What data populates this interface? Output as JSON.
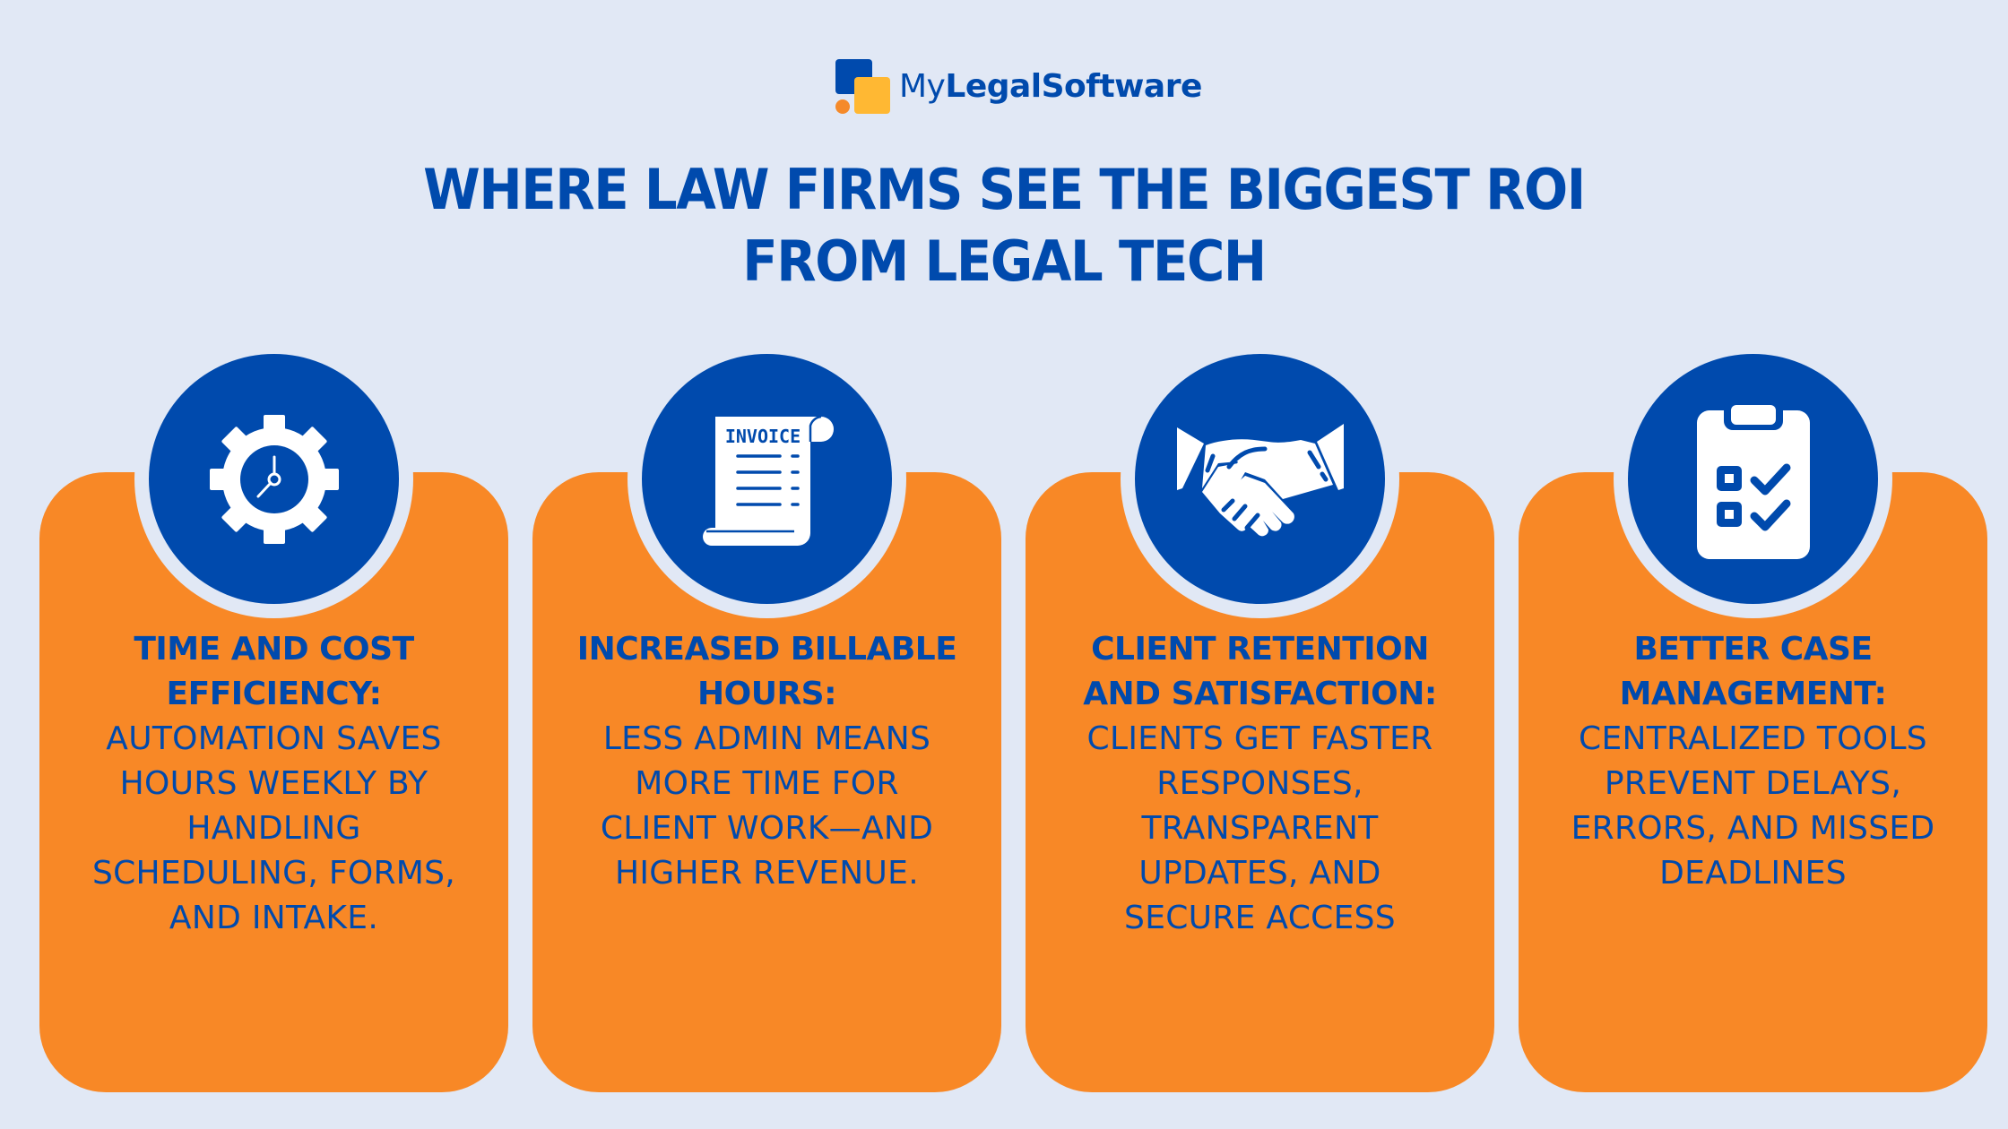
{
  "brand": {
    "name_prefix": "My",
    "name_suffix": "LegalSoftware",
    "colors": {
      "primary_blue": "#004AAD",
      "accent_orange": "#F88826",
      "logo_yellow": "#FFB833",
      "logo_dot_orange": "#F58A2A",
      "background": "#E1E8F5",
      "icon_white": "#FFFFFF"
    }
  },
  "title": {
    "line1": "WHERE LAW FIRMS SEE THE BIGGEST ROI",
    "line2": "FROM LEGAL TECH"
  },
  "cards": [
    {
      "icon": "gear-clock-icon",
      "heading_lines": [
        "TIME AND COST",
        "EFFICIENCY:"
      ],
      "body_lines": [
        "AUTOMATION SAVES",
        "HOURS WEEKLY BY",
        "HANDLING",
        "SCHEDULING, FORMS,",
        "AND INTAKE."
      ]
    },
    {
      "icon": "invoice-icon",
      "icon_label": "INVOICE",
      "heading_lines": [
        "INCREASED BILLABLE",
        "HOURS:"
      ],
      "body_lines": [
        "LESS ADMIN MEANS",
        "MORE TIME FOR",
        "CLIENT WORK—AND",
        "HIGHER REVENUE."
      ]
    },
    {
      "icon": "handshake-icon",
      "heading_lines": [
        "CLIENT RETENTION",
        "AND SATISFACTION:"
      ],
      "body_lines": [
        "CLIENTS GET FASTER",
        "RESPONSES,",
        "TRANSPARENT",
        "UPDATES, AND",
        "SECURE ACCESS"
      ]
    },
    {
      "icon": "clipboard-checklist-icon",
      "heading_lines": [
        "BETTER CASE",
        "MANAGEMENT:"
      ],
      "body_lines": [
        "CENTRALIZED TOOLS",
        "PREVENT DELAYS,",
        "ERRORS, AND MISSED",
        "DEADLINES"
      ]
    }
  ]
}
